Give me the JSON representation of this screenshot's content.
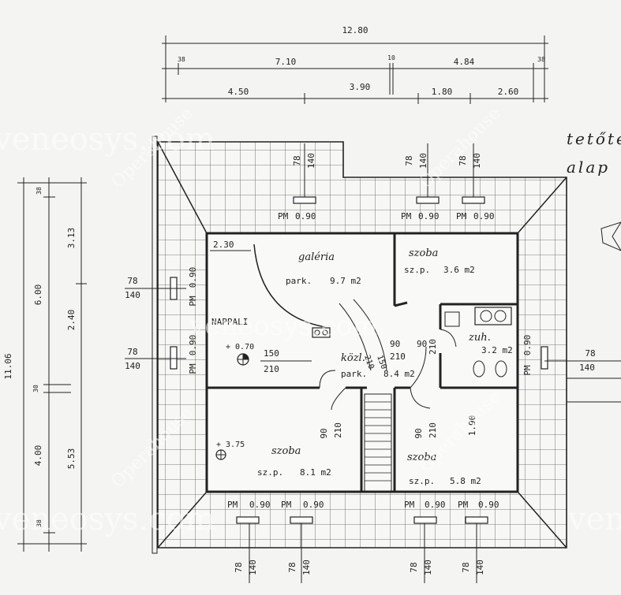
{
  "title": {
    "line1": "tetőtér",
    "line2": "alap"
  },
  "dimensions": {
    "overall_width": "12.80",
    "top_row": [
      "38",
      "7.10",
      "10",
      "4.84",
      "38"
    ],
    "second_row": [
      "4.50",
      "3.90",
      "1.80",
      "2.60"
    ],
    "overall_height": "11.06",
    "left_outer": [
      "38",
      "6.00",
      "30",
      "4.00",
      "38"
    ],
    "left_inner": [
      "3.13",
      "2.40",
      "5.53"
    ],
    "inner_small": "2.30"
  },
  "windows": {
    "pm_label": "PM",
    "pm_size": "0.90",
    "sill_a": "78",
    "sill_b": "140"
  },
  "rooms": {
    "galeria": {
      "name": "galéria",
      "floor": "park.",
      "area": "9.7 m2"
    },
    "szoba_ne": {
      "name": "szoba",
      "floor": "sz.p.",
      "area": "3.6 m2"
    },
    "nappali": {
      "name": "NAPPALI"
    },
    "kozl": {
      "name": "közl.",
      "floor": "park.",
      "area": "8.4 m2"
    },
    "zuh": {
      "name": "zuh.",
      "area": "3.2 m2"
    },
    "szoba_sw": {
      "name": "szoba",
      "floor": "sz.p.",
      "area": "8.1 m2"
    },
    "szoba_se": {
      "name": "szoba",
      "floor": "sz.p.",
      "area": "5.8 m2"
    }
  },
  "doors": {
    "d150": "150",
    "d210": "210",
    "d90": "90",
    "d190": "1.90"
  },
  "levels": {
    "l1": "+ 0.70",
    "l2": "+ 3.75"
  },
  "watermarks": {
    "brand": "veneosys.com",
    "opera": "Operahouse"
  }
}
